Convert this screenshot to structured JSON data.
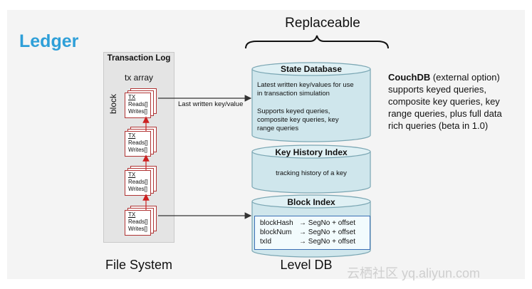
{
  "ledger_title": "Ledger",
  "replaceable_label": "Replaceable",
  "file_system_label": "File System",
  "level_db_label": "Level DB",
  "transaction_log": {
    "title": "Transaction Log",
    "array_label": "tx array",
    "block_label": "block",
    "tx_items": [
      {
        "head": "TX",
        "reads": "Reads[]",
        "writes": "Writes[]"
      },
      {
        "head": "TX",
        "reads": "Reads[]",
        "writes": "Writes[]"
      },
      {
        "head": "TX",
        "reads": "Reads[]",
        "writes": "Writes[]"
      },
      {
        "head": "TX",
        "reads": "Reads[]",
        "writes": "Writes[]"
      }
    ]
  },
  "edge_label": "Last written key/value",
  "state_database": {
    "title": "State Database",
    "line1": "Latest written key/values for use",
    "line2": "in transaction simulation",
    "line3": "Supports keyed queries,",
    "line4": "composite key queries, key",
    "line5": "range queries"
  },
  "key_history_index": {
    "title": "Key History Index",
    "text": "tracking history of a key"
  },
  "block_index": {
    "title": "Block Index",
    "rows": [
      {
        "key": "blockHash",
        "value": "→ SegNo + offset"
      },
      {
        "key": "blockNum",
        "value": "→ SegNo + offset"
      },
      {
        "key": "txId",
        "value": "→ SegNo + offset"
      }
    ]
  },
  "couchdb": {
    "name": "CouchDB",
    "line1": "(external option)",
    "line2": "supports keyed queries,",
    "line3": "composite key queries, key",
    "line4": "range queries, plus full data",
    "line5": "rich queries (beta in 1.0)"
  },
  "watermark": "云栖社区 yq.aliyun.com",
  "colors": {
    "ledger_title": "#2e9fd8",
    "db_fill": "#cfe6ec",
    "db_stroke": "#7aa6b3",
    "tx_border": "#b03434",
    "arrow_red": "#cc2222",
    "block_index_border": "#3a6fb5"
  }
}
